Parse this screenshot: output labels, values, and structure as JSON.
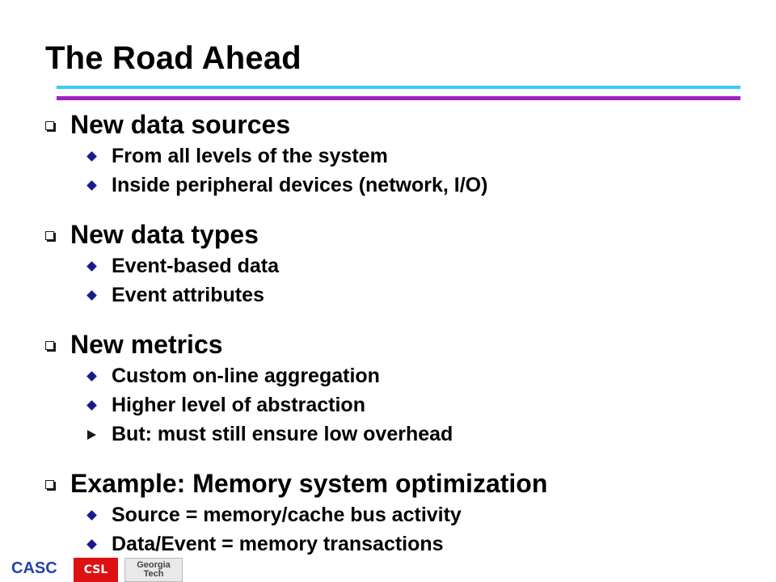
{
  "title": "The Road Ahead",
  "colors": {
    "rule_top": "#33ccff",
    "rule_bottom": "#a020c0",
    "bullet": "#1a1a8c",
    "csl_logo": "#dd1111",
    "casc_text": "#2244aa"
  },
  "sections": [
    {
      "heading": "New data sources",
      "items": [
        {
          "bullet": "diamond",
          "text": "From all levels of the system"
        },
        {
          "bullet": "diamond",
          "text": "Inside peripheral devices (network, I/O)"
        }
      ]
    },
    {
      "heading": "New data types",
      "items": [
        {
          "bullet": "diamond",
          "text": "Event-based data"
        },
        {
          "bullet": "diamond",
          "text": "Event attributes"
        }
      ]
    },
    {
      "heading": "New metrics",
      "items": [
        {
          "bullet": "diamond",
          "text": "Custom on-line aggregation"
        },
        {
          "bullet": "diamond",
          "text": "Higher level of abstraction"
        },
        {
          "bullet": "arrow",
          "text": "But: must still ensure low overhead"
        }
      ]
    },
    {
      "heading": "Example: Memory system optimization",
      "items": [
        {
          "bullet": "diamond",
          "text": "Source = memory/cache bus activity"
        },
        {
          "bullet": "diamond",
          "text": "Data/Event = memory transactions"
        }
      ]
    }
  ],
  "footer": {
    "casc": "CASC",
    "csl": "CSL",
    "gt_line1": "Georgia",
    "gt_line2": "Tech"
  }
}
